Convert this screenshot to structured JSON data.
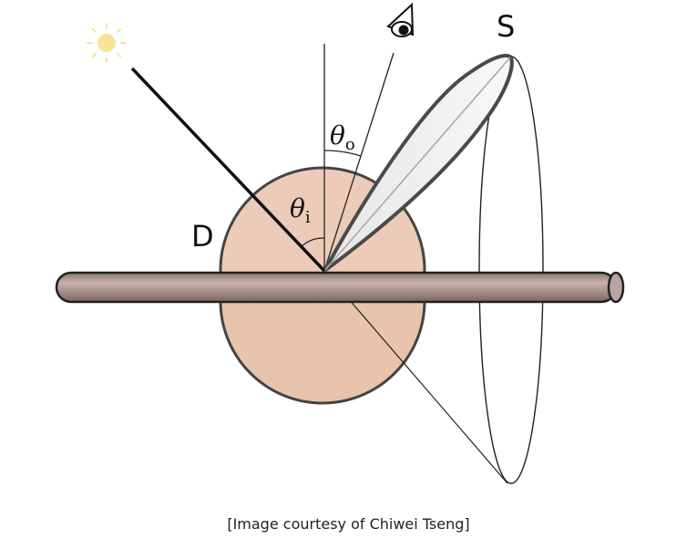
{
  "labels": {
    "diffuse": "D",
    "specular": "S",
    "theta": "θ",
    "incident_sub": "i",
    "outgoing_sub": "o"
  },
  "caption": "[Image courtesy of Chiwei Tseng]",
  "icons": {
    "light": "sun-icon",
    "viewer": "eye-icon"
  },
  "colors": {
    "sun": "#f9e29a",
    "diffuse_lobe": "#ecc9b4",
    "fiber": "#b49a96",
    "specular_lobe": "#f4f4f4",
    "outline": "#444444"
  }
}
